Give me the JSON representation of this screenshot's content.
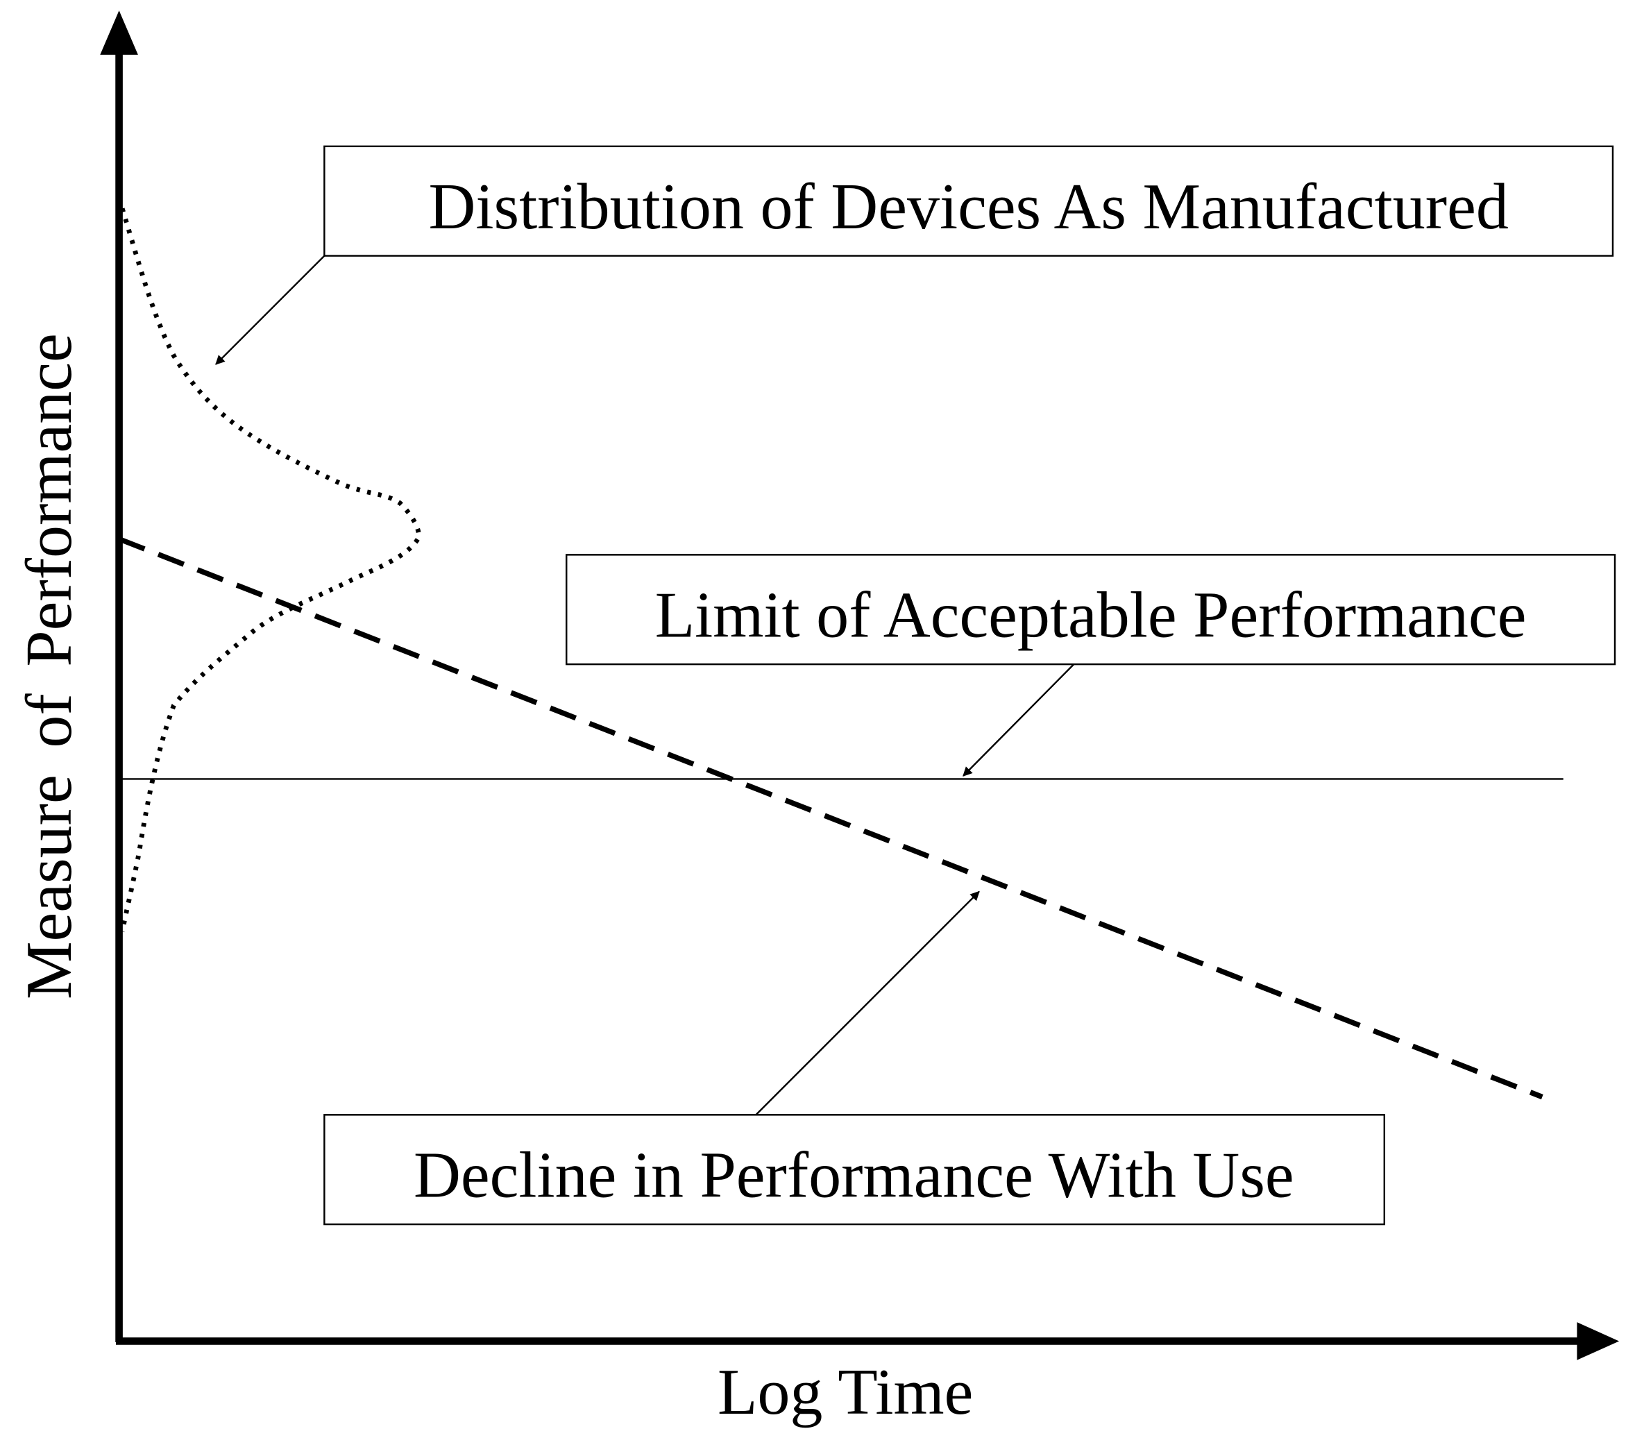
{
  "diagram": {
    "x_axis_label": "Log Time",
    "y_axis_label": "Measure of Performance",
    "annotations": {
      "distribution": "Distribution of Devices As Manufactured",
      "limit": "Limit of Acceptable Performance",
      "decline": "Decline in Performance With Use"
    },
    "line_color": "#000000",
    "background_color": "#ffffff"
  }
}
